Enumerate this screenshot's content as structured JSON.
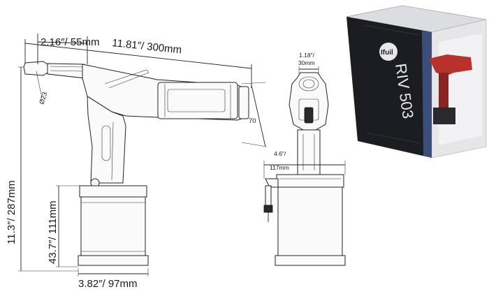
{
  "dimensions": {
    "overall_length": "11.81″/ 300mm",
    "nose_length": "2.16″/ 55mm",
    "nose_diameter": "Ø23",
    "housing_depth": "70",
    "overall_height": "11.3″/ 287mm",
    "reservoir_height": "43.7″/ 111mm",
    "base_width": "3.82″/ 97mm",
    "front_nose_width_in": "1.18″/",
    "front_nose_width_mm": "30mm",
    "front_body_width_in": "4.6″/",
    "front_body_width_mm": "117mm"
  },
  "box": {
    "brand": "Ifuil",
    "model": "RIV 503"
  },
  "colors": {
    "line": "#222222",
    "box_dark": "#1c1d22",
    "box_blue": "#3b4e7a",
    "tool_red": "#b8322c"
  }
}
